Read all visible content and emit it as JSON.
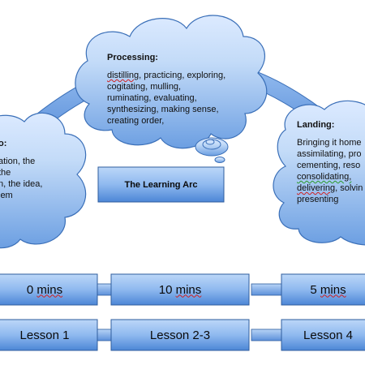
{
  "colors": {
    "cloud_fill_light": "#c3dbf8",
    "cloud_fill_dark": "#6c9fe2",
    "cloud_stroke": "#3a6fb8",
    "box_fill_light": "#a9cbf5",
    "box_fill_dark": "#4c86d6",
    "box_stroke": "#2f5d9e"
  },
  "clouds": {
    "left": {
      "title": "o:",
      "lines": [
        "ation, the",
        "the",
        "n, the idea,",
        "lem"
      ]
    },
    "center": {
      "title": "Processing:",
      "word_first": "distilling",
      "line1_rest": ", practicing, exploring,",
      "lines": [
        "cogitating, mulling,",
        "ruminating, evaluating,",
        "synthesizing, making sense,",
        "creating order,"
      ]
    },
    "right": {
      "title": "Landing:",
      "line1": "Bringing it home",
      "line2": "assimilating, pro",
      "line3": "cementing, reso",
      "line4": "consolidating,",
      "line5_word": "delivering",
      "line5_rest": ", solvin",
      "line6": "presenting"
    }
  },
  "arc_box": {
    "label": "The Learning Arc"
  },
  "rows": [
    [
      {
        "num": "0",
        "unit": "mins"
      },
      {
        "num": "10",
        "unit": "mins"
      },
      {
        "num": "5",
        "unit": "mins"
      }
    ],
    [
      {
        "label": "Lesson 1"
      },
      {
        "label": "Lesson 2-3"
      },
      {
        "label": "Lesson 4"
      }
    ]
  ]
}
